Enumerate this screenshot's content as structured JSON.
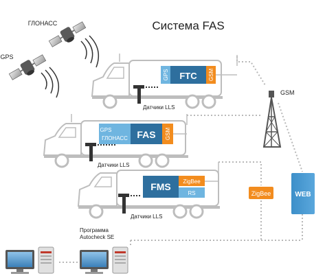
{
  "title": "Система FAS",
  "satellites": {
    "glonass": "ГЛОНАСС",
    "gps": "GPS"
  },
  "network": {
    "gsm": "GSM",
    "web": "WEB",
    "zigbee": "ZigBee"
  },
  "truck1": {
    "gps": "GPS",
    "unit": "FTC",
    "gsm": "GSM",
    "sensor": "Датчики LLS"
  },
  "truck2": {
    "gps": "GPS",
    "glonass": "ГЛОНАСС",
    "unit": "FAS",
    "gsm": "GSM",
    "sensor": "Датчики LLS"
  },
  "truck3": {
    "unit": "FMS",
    "zigbee": "ZigBee",
    "rs": "RS",
    "sensor": "Датчики LLS"
  },
  "software": {
    "line1": "Программа",
    "line2": "Autocheck SE"
  },
  "colors": {
    "unit_dark": "#2e6f9e",
    "unit_light": "#6fb5e0",
    "orange": "#f28c1e",
    "line_gray": "#b8b8b8",
    "truck_outline": "#bdbdbd"
  }
}
